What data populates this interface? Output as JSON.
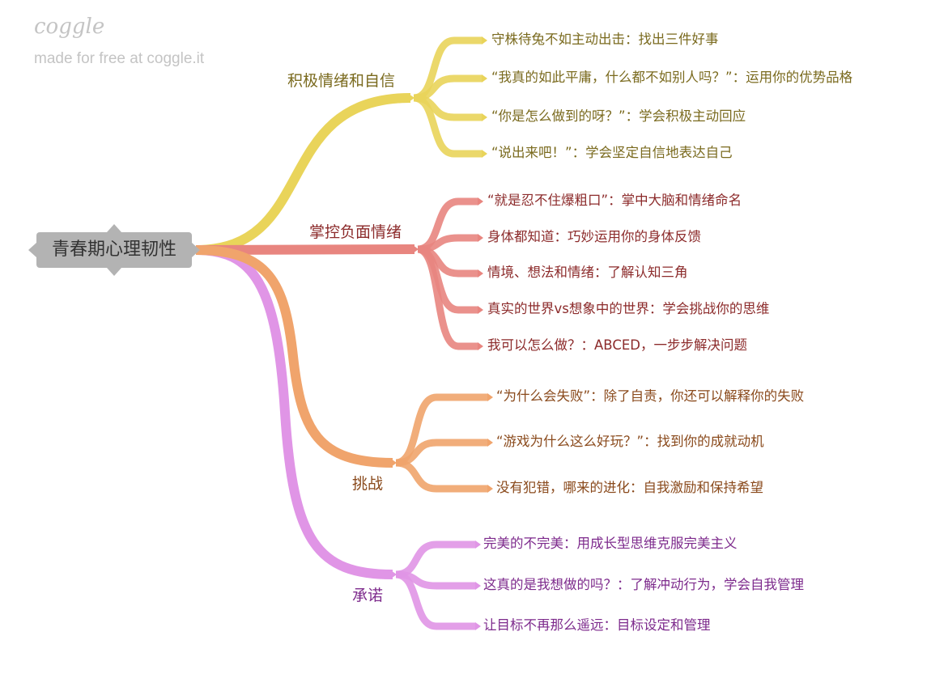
{
  "watermark": {
    "logo": "coggle",
    "tagline": "made for free at coggle.it"
  },
  "root": "青春期心理韧性",
  "colors": {
    "yellow": "#e9d45a",
    "red": "#e8857f",
    "orange": "#f0a46c",
    "purple": "#e095e6"
  },
  "branches": [
    {
      "label": "积极情绪和自信",
      "children": [
        "守株待兔不如主动出击：找出三件好事",
        "“我真的如此平庸，什么都不如别人吗？”：运用你的优势品格",
        "“你是怎么做到的呀？”：学会积极主动回应",
        "“说出来吧！”：学会坚定自信地表达自己"
      ]
    },
    {
      "label": "掌控负面情绪",
      "children": [
        "“就是忍不住爆粗口”：掌中大脑和情绪命名",
        "身体都知道：巧妙运用你的身体反馈",
        "情境、想法和情绪：了解认知三角",
        "真实的世界vs想象中的世界：学会挑战你的思维",
        "我可以怎么做？：ABCED，一步步解决问题"
      ]
    },
    {
      "label": "挑战",
      "children": [
        "“为什么会失败”：除了自责，你还可以解释你的失败",
        "“游戏为什么这么好玩？”：找到你的成就动机",
        "没有犯错，哪来的进化：自我激励和保持希望"
      ]
    },
    {
      "label": "承诺",
      "children": [
        "完美的不完美：用成长型思维克服完美主义",
        "这真的是我想做的吗？：了解冲动行为，学会自我管理",
        "让目标不再那么遥远：目标设定和管理"
      ]
    }
  ]
}
